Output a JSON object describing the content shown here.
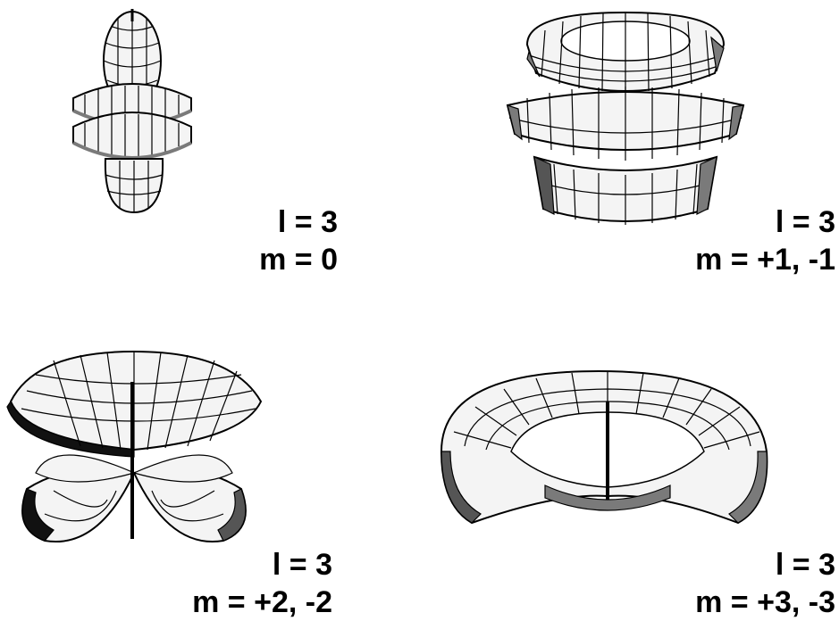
{
  "panels": [
    {
      "l_label": "l = 3",
      "m_label": "m = 0"
    },
    {
      "l_label": "l = 3",
      "m_label": "m = +1, -1"
    },
    {
      "l_label": "l = 3",
      "m_label": "m = +2, -2"
    },
    {
      "l_label": "l = 3",
      "m_label": "m = +3, -3"
    }
  ],
  "colors": {
    "shape_fill": "#f4f4f4",
    "shade": "#7a7a7a",
    "dark": "#111111",
    "line": "#000000"
  },
  "icons": [
    "orbital-m0-icon",
    "orbital-m1-icon",
    "orbital-m2-icon",
    "orbital-m3-icon"
  ]
}
